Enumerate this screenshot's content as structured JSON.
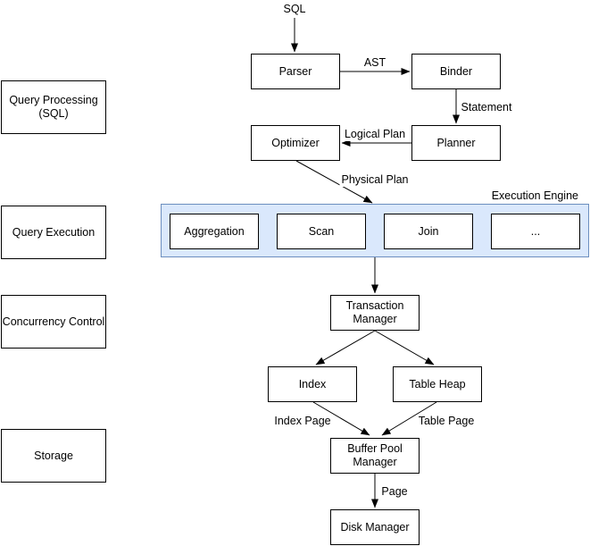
{
  "diagram": {
    "categories": {
      "query_processing": "Query Processing\n(SQL)",
      "query_execution": "Query Execution",
      "concurrency_control": "Concurrency Control",
      "storage": "Storage"
    },
    "nodes": {
      "parser": "Parser",
      "binder": "Binder",
      "planner": "Planner",
      "optimizer": "Optimizer",
      "aggregation": "Aggregation",
      "scan": "Scan",
      "join": "Join",
      "more_executors": "...",
      "transaction_manager": "Transaction\nManager",
      "index": "Index",
      "table_heap": "Table Heap",
      "buffer_pool_manager": "Buffer Pool\nManager",
      "disk_manager": "Disk Manager"
    },
    "container": {
      "execution_engine_label": "Execution Engine"
    },
    "edge_labels": {
      "sql": "SQL",
      "ast": "AST",
      "statement": "Statement",
      "logical_plan": "Logical Plan",
      "physical_plan": "Physical Plan",
      "index_page": "Index Page",
      "table_page": "Table Page",
      "page": "Page"
    },
    "colors": {
      "engine_fill": "#dae8fc",
      "engine_border": "#6c8ebf",
      "node_fill": "#ffffff",
      "node_border": "#000000",
      "edge_stroke": "#000000",
      "text": "#000000",
      "background": "#ffffff"
    }
  }
}
